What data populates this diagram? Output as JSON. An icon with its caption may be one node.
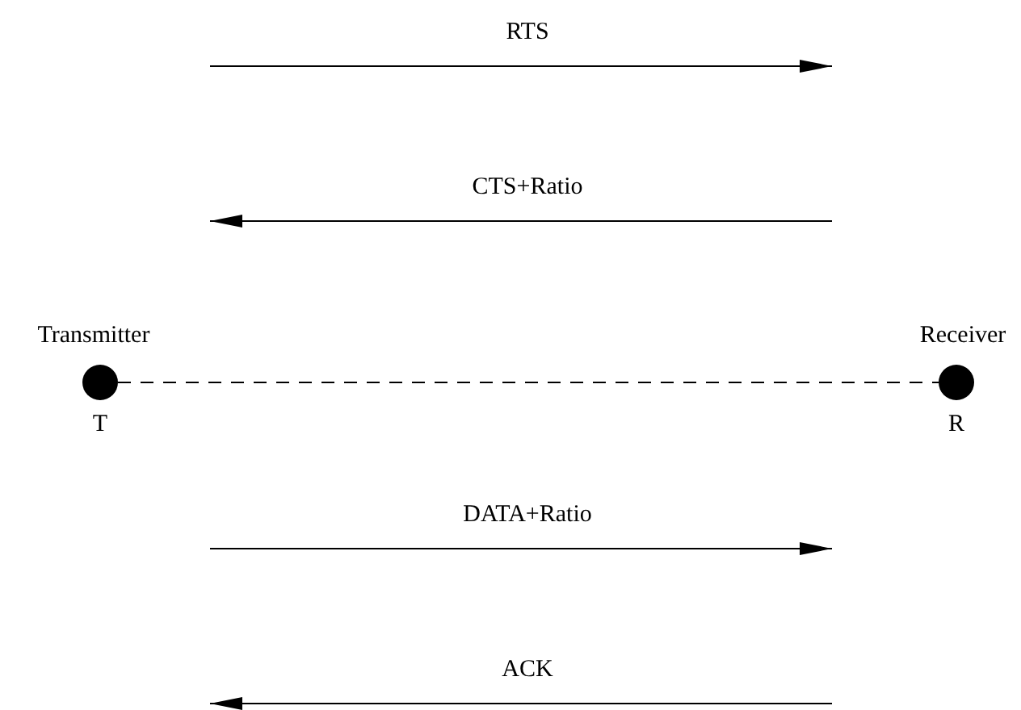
{
  "diagram": {
    "nodes": [
      {
        "text": [
          "Transmitter"
        ],
        "beside": [
          "T"
        ]
      },
      {
        "text": [
          "Receiver"
        ],
        "beside": [
          "R"
        ]
      }
    ],
    "edges": [
      {
        "from": 0,
        "to": 1,
        "arrow": "none",
        "style": "dashed"
      }
    ],
    "labels": [
      "RTS",
      "CTS+Ratio",
      "DATA+Ratio",
      "ACK"
    ]
  }
}
